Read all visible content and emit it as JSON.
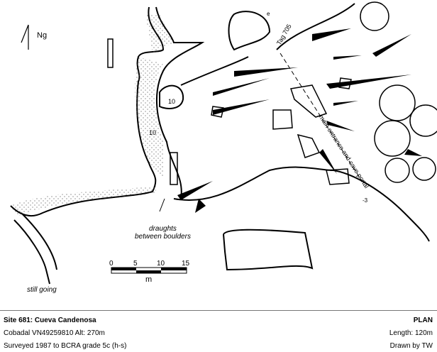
{
  "map": {
    "north_label": "Ng",
    "labels": {
      "entrance": "main entrance and cave portal",
      "tag": "Tag 705",
      "e": "e",
      "depth_10a": "10",
      "depth_10b": "10",
      "depth_minus3": "-3",
      "draughts": "draughts",
      "between_boulders": "between boulders",
      "still_going": "still going"
    },
    "scale": {
      "ticks": [
        "0",
        "5",
        "10",
        "15"
      ],
      "unit": "m"
    }
  },
  "footer": {
    "title": "Site 681: Cueva Candenosa",
    "location": "Cobadal VN49259810  Alt: 270m",
    "survey": "Surveyed 1987 to BCRA grade 5c (h-s)",
    "view": "PLAN",
    "length": "Length: 120m",
    "drawn_by": "Drawn by TW"
  }
}
